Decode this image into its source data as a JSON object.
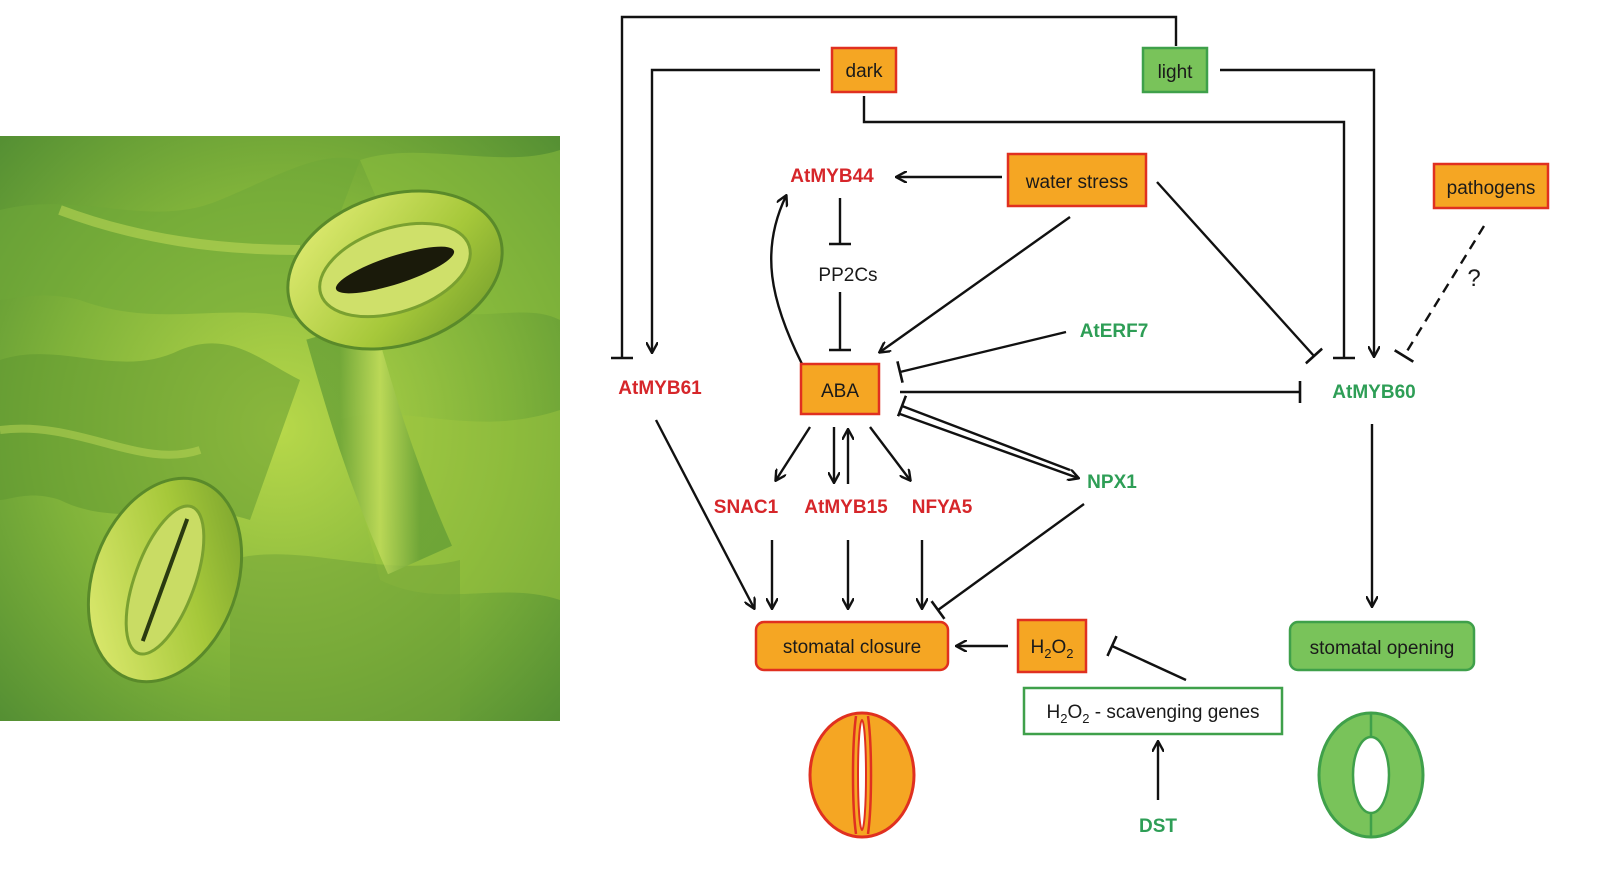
{
  "colors": {
    "activator_box_fill": "#f5a623",
    "activator_box_stroke": "#e03020",
    "light_box_fill": "#79c35a",
    "light_box_stroke": "#3fa04a",
    "red_label": "#d6262a",
    "green_label": "#2e9e56",
    "black": "#111111",
    "leaf_green": "#8fbf2a"
  },
  "photo": {
    "description_icon": "stomata-micrograph"
  },
  "diagram": {
    "boxes": {
      "dark": "dark",
      "light": "light",
      "water_stress": "water stress",
      "pathogens": "pathogens",
      "aba": "ABA",
      "stomatal_closure": "stomatal closure",
      "h2o2_main": "H",
      "h2o2_sub2a": "2",
      "h2o2_o": "O",
      "h2o2_sub2b": "2",
      "stomatal_opening": "stomatal opening",
      "scav_h": "H",
      "scav_sub2a": "2",
      "scav_o": "O",
      "scav_sub2b": "2",
      "scav_rest": " - scavenging genes"
    },
    "labels": {
      "atmyb44": "AtMYB44",
      "pp2cs": "PP2Cs",
      "aterf7": "AtERF7",
      "atmyb61": "AtMYB61",
      "atmyb60": "AtMYB60",
      "npx1": "NPX1",
      "snac1": "SNAC1",
      "atmyb15": "AtMYB15",
      "nfya5": "NFYA5",
      "dst": "DST",
      "question": "?"
    }
  }
}
